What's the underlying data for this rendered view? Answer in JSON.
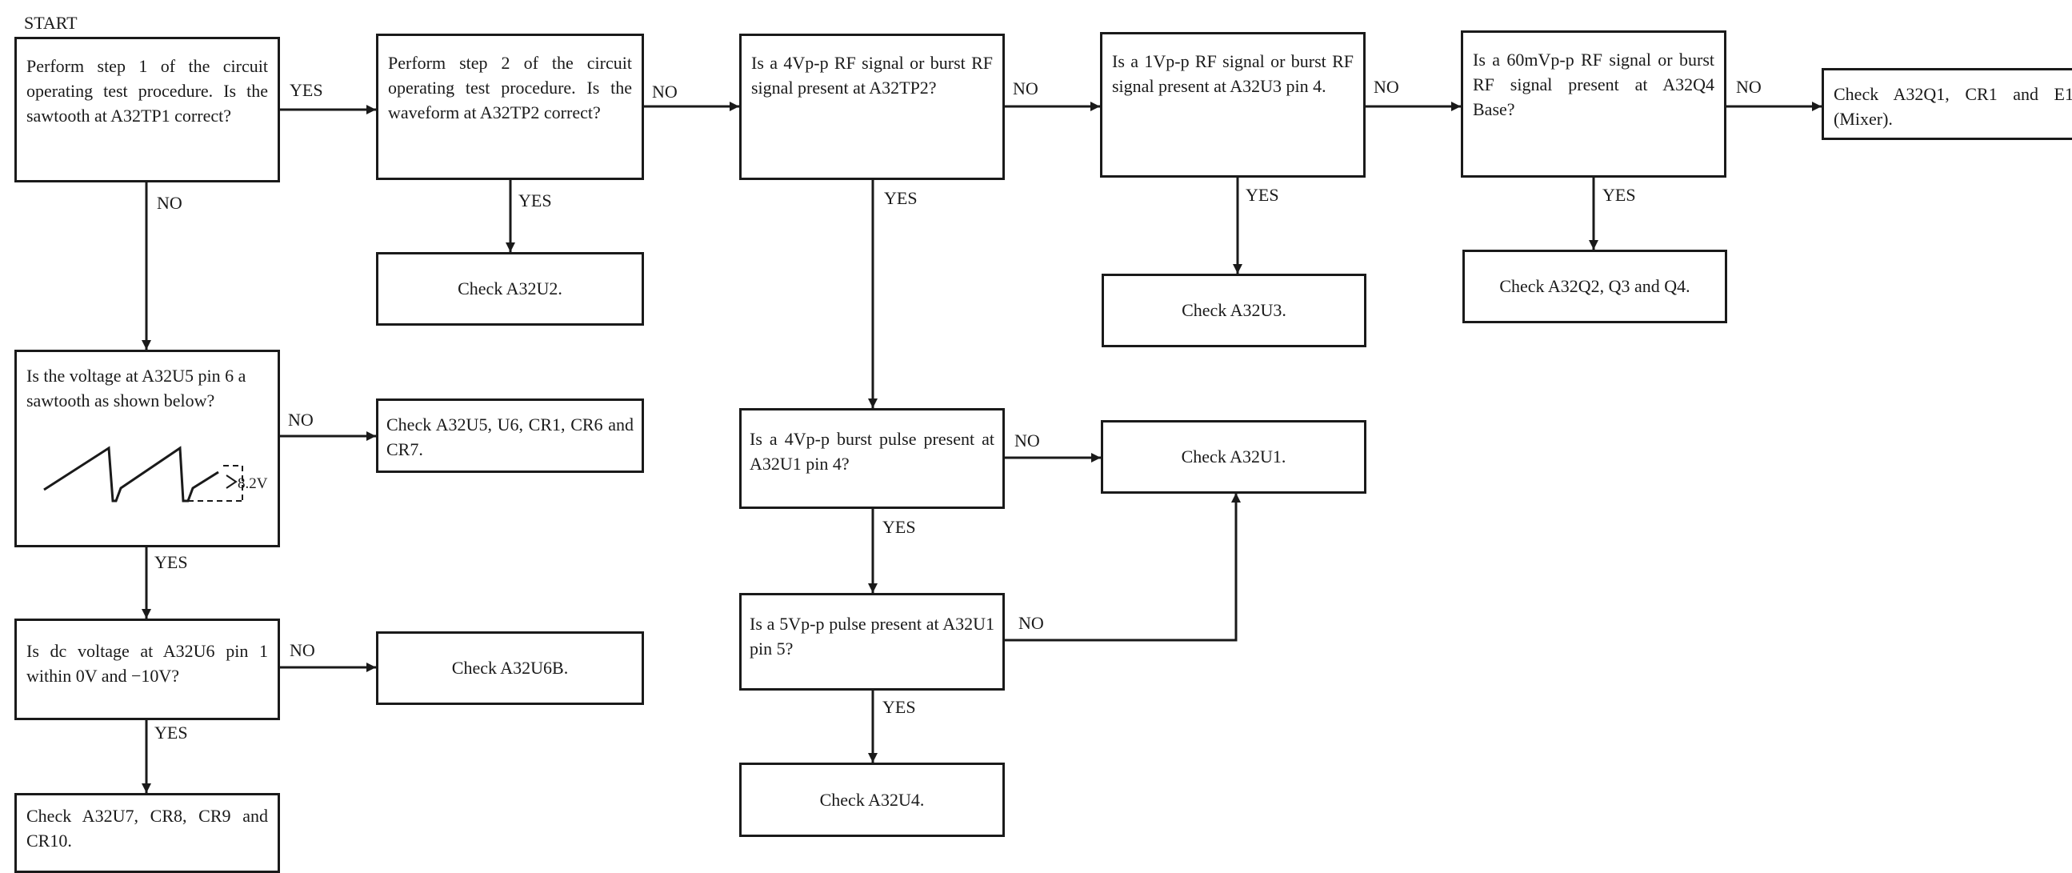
{
  "start": "START",
  "decisions": {
    "step1": "Perform step 1 of the circuit operating test procedure. Is the sawtooth at A32TP1 correct?",
    "step2": "Perform step 2 of the circuit operating test procedure. Is the waveform at A32TP2 correct?",
    "rf4": "Is a 4Vp-p RF signal or burst RF signal present at A32TP2?",
    "rf1": "Is a 1Vp-p RF signal or burst RF signal present at A32U3 pin 4.",
    "rf60": "Is a 60mVp-p RF signal or burst RF signal present at A32Q4 Base?",
    "u5saw": "Is the voltage at A32U5 pin 6 a sawtooth as shown below?",
    "burst": "Is a 4Vp-p burst pulse present at A32U1 pin 4?",
    "dc": "Is dc voltage at A32U6 pin 1 within 0V and −10V?",
    "pulse5": "Is a 5Vp-p pulse present at A32U1 pin 5?"
  },
  "actions": {
    "mixer": "Check A32Q1, CR1 and E1 (Mixer).",
    "u2": "Check A32U2.",
    "u3": "Check A32U3.",
    "q234": "Check A32Q2, Q3 and Q4.",
    "u5u6": "Check A32U5, U6, CR1, CR6 and CR7.",
    "u1": "Check A32U1.",
    "u6b": "Check A32U6B.",
    "u7": "Check A32U7, CR8, CR9 and CR10.",
    "u4": "Check A32U4."
  },
  "waveform_label": "8.2V",
  "branch_labels": {
    "yes": "YES",
    "no": "NO"
  }
}
